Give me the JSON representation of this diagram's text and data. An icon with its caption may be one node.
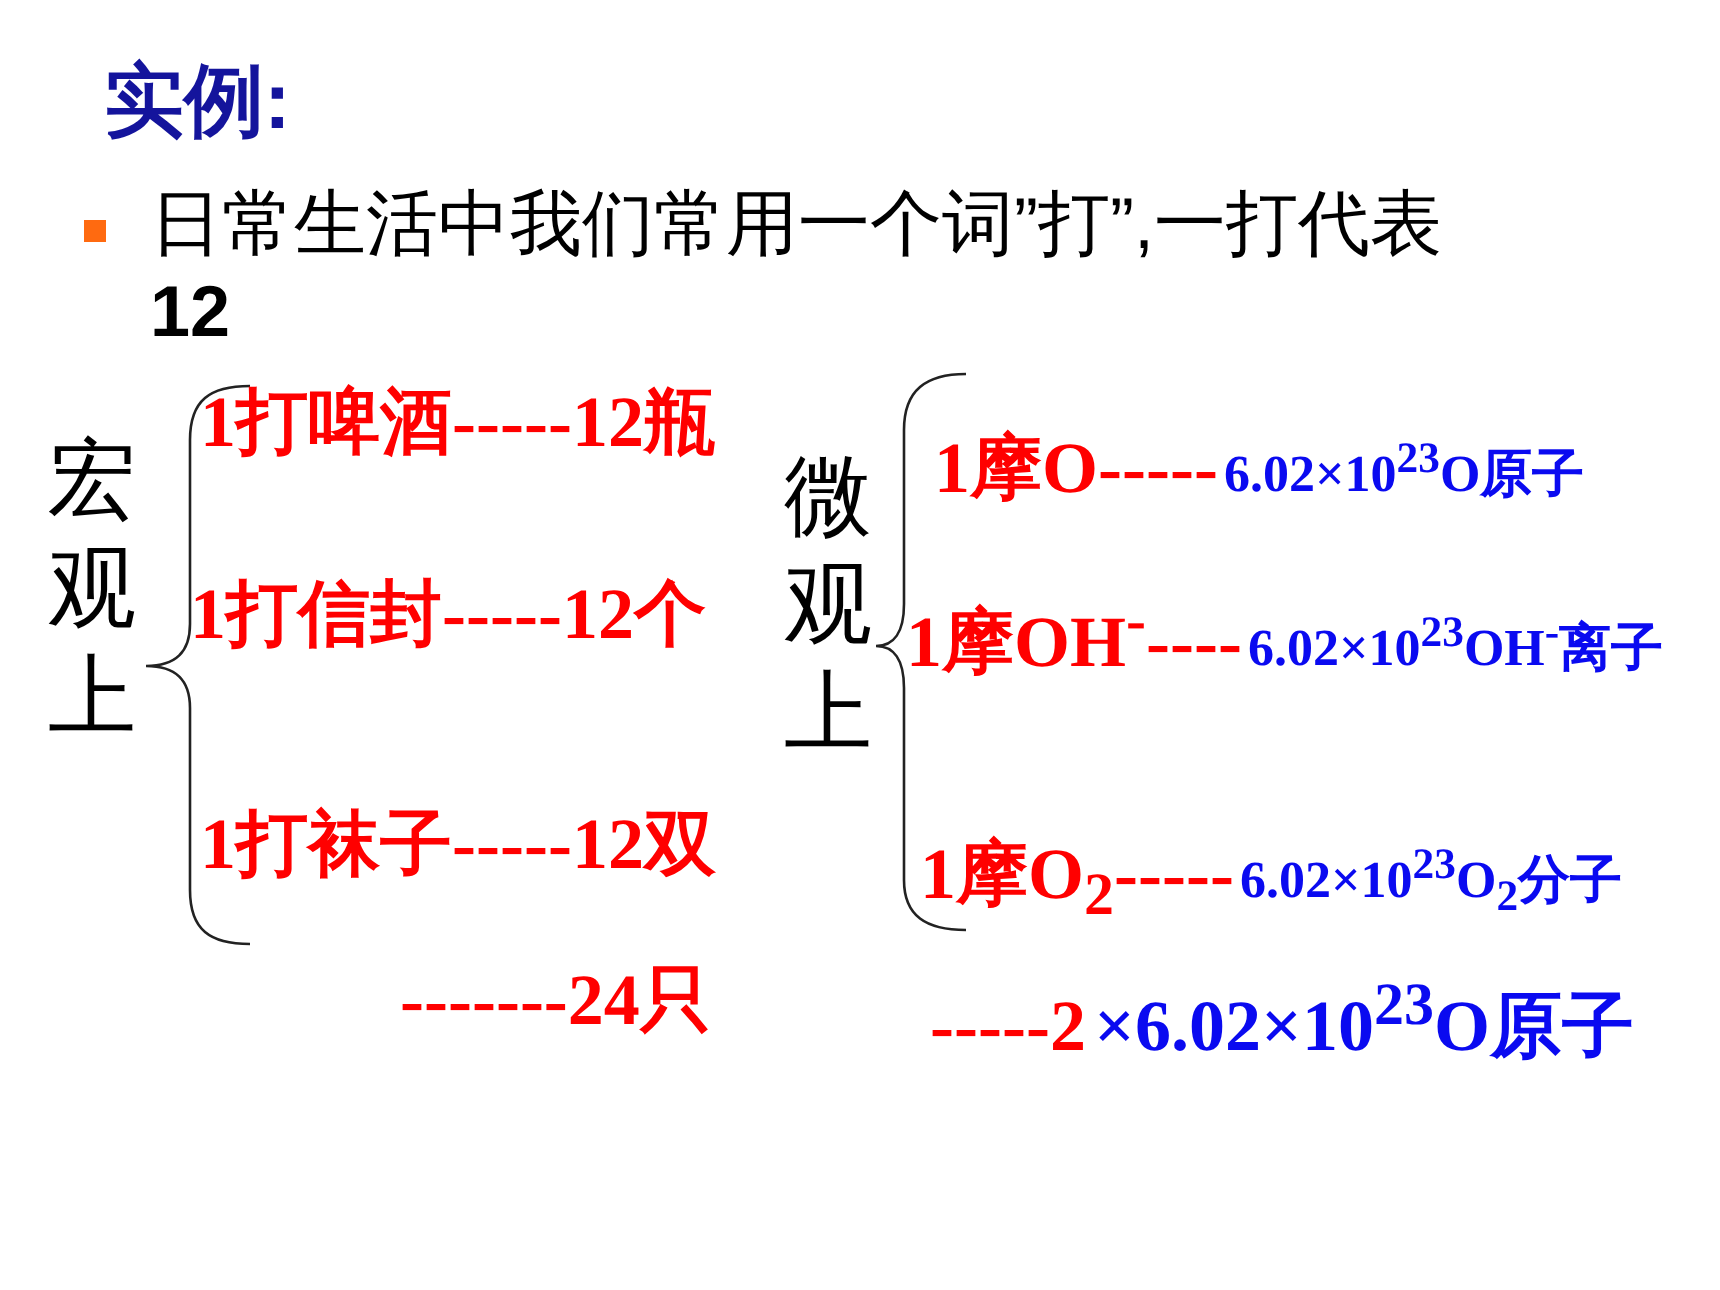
{
  "diagram": {
    "title": "实例:",
    "labels": [
      "日常生活中我们常用一个词”打”,一打代表**12**",
      "宏观上",
      "1打啤酒-----12瓶",
      "1打信封-----12个",
      "1打袜子-----12双",
      "-------24只",
      "微观上",
      "1摩O-----",
      "6.02×10$^{23}$O原子",
      "1摩OH$^{-}$----",
      "6.02×10$^{23}$OH$^{-}$离子",
      "1摩O$_{2}$-----",
      "6.02×10$^{23}$O$_{2}$分子",
      "-----2",
      "×6.02×10$^{23}$O原子"
    ]
  }
}
